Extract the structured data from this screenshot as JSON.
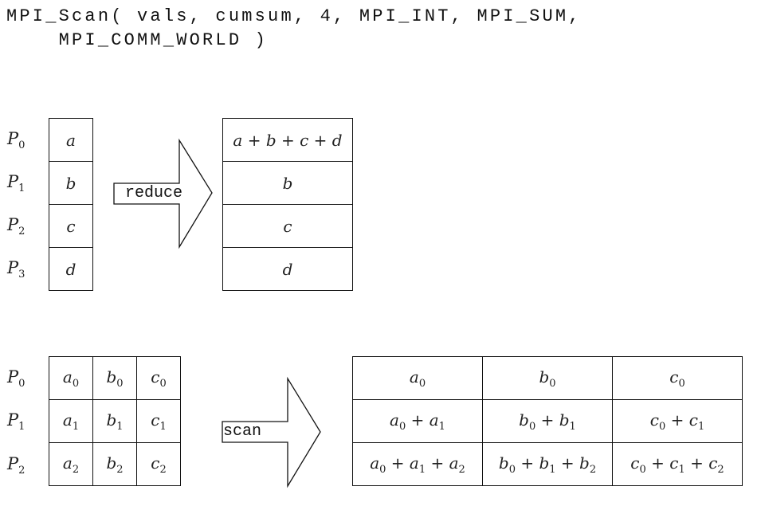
{
  "code": {
    "line1": "MPI_Scan( vals, cumsum, 4, MPI_INT, MPI_SUM,",
    "line2": "    MPI_COMM_WORLD )"
  },
  "reduce_diagram": {
    "processes": [
      {
        "name": "P",
        "index": "0"
      },
      {
        "name": "P",
        "index": "1"
      },
      {
        "name": "P",
        "index": "2"
      },
      {
        "name": "P",
        "index": "3"
      }
    ],
    "inputs": [
      "a",
      "b",
      "c",
      "d"
    ],
    "operation": "reduce",
    "outputs": [
      "a + b + c + d",
      "b",
      "c",
      "d"
    ]
  },
  "scan_diagram": {
    "processes": [
      {
        "name": "P",
        "index": "0"
      },
      {
        "name": "P",
        "index": "1"
      },
      {
        "name": "P",
        "index": "2"
      }
    ],
    "inputs": [
      [
        "a0",
        "b0",
        "c0"
      ],
      [
        "a1",
        "b1",
        "c1"
      ],
      [
        "a2",
        "b2",
        "c2"
      ]
    ],
    "operation": "scan",
    "outputs": [
      [
        "a0",
        "b0",
        "c0"
      ],
      [
        "a0 + a1",
        "b0 + b1",
        "c0 + c1"
      ],
      [
        "a0 + a1 + a2",
        "b0 + b1 + b2",
        "c0 + c1 + c2"
      ]
    ]
  }
}
